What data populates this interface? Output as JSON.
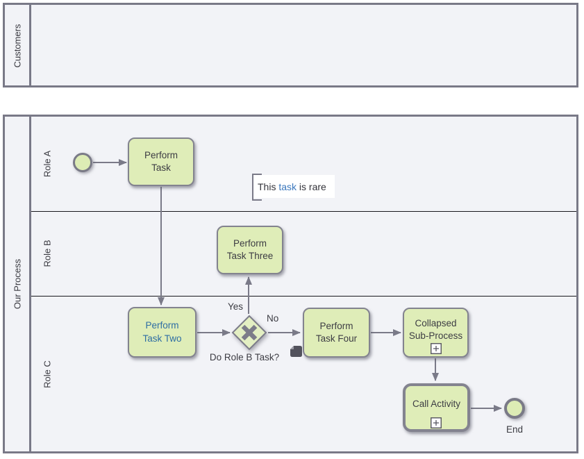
{
  "pools": {
    "customers": {
      "name": "Customers"
    },
    "our_process": {
      "name": "Our Process",
      "lanes": [
        {
          "label": "Role A"
        },
        {
          "label": "Role B"
        },
        {
          "label": "Role C"
        }
      ]
    }
  },
  "tasks": {
    "perform_task": "Perform\nTask",
    "perform_task_two": "Perform\nTask Two",
    "perform_task_three": "Perform\nTask Three",
    "perform_task_four": "Perform\nTask Four",
    "collapsed_sub_process": "Collapsed\nSub-Process",
    "call_activity": "Call Activity"
  },
  "gateway": {
    "question": "Do Role B Task?",
    "yes_label": "Yes",
    "no_label": "No"
  },
  "events": {
    "end_label": "End"
  },
  "annotation": {
    "prefix": "This ",
    "link_text": "task",
    "suffix": " is rare"
  },
  "colors": {
    "node_fill": "#dfedb8",
    "node_border": "#83838f",
    "pool_border": "#797987",
    "lane_fill": "#f2f3f7",
    "flow_color": "#7a7a88",
    "text": "#3c3c43",
    "link_blue": "#2d6da3",
    "annotation_link_blue": "#3a77bd"
  }
}
